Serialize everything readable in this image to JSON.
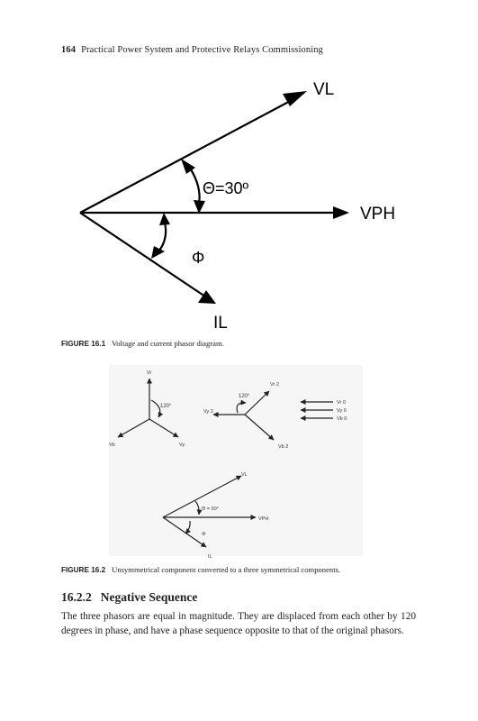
{
  "header": {
    "page_number": "164",
    "running_title": "Practical Power System and Protective Relays Commissioning"
  },
  "figure1": {
    "caption_label": "FIGURE 16.1",
    "caption_text": "Voltage and current phasor diagram.",
    "labels": {
      "vl": "VL",
      "vph": "VPH",
      "il": "IL",
      "theta": "Θ=30º",
      "phi": "Φ"
    }
  },
  "figure2": {
    "caption_label": "FIGURE 16.2",
    "caption_text": "Unsymmetrical component converted to a three symmetrical components.",
    "pos_seq": {
      "vr": "Vr",
      "vb": "Vb",
      "vy": "Vy",
      "angle": "120°"
    },
    "neg_seq": {
      "vr": "Vr 2",
      "vy": "Vy 2",
      "vb": "Vb 2",
      "angle": "120°"
    },
    "zero_seq": {
      "vr": "Vr 0",
      "vy": "Vy 0",
      "vb": "Vb 0"
    },
    "small": {
      "vl": "VL",
      "vph": "VPH",
      "il": "IL",
      "theta": "Θ = 30°",
      "phi": "Φ"
    }
  },
  "section": {
    "number": "16.2.2",
    "title": "Negative Sequence"
  },
  "paragraph": "The three phasors are equal in magnitude. They are displaced from each other by 120 degrees in phase, and have a phase sequence opposite to that of the original phasors."
}
